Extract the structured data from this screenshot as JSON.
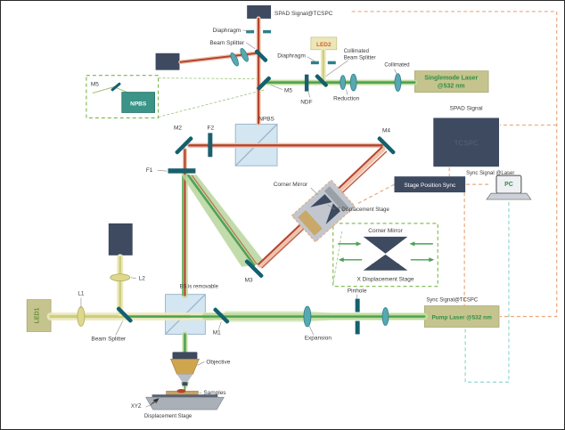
{
  "labels": {
    "spad_signal_tcspc": "SPAD Signal@TCSPC",
    "diaphragm_top": "Diaphragm",
    "beam_splitter_top": "Beam Splitter",
    "diaphragm_mid": "Diaphragm",
    "led2": "LED2",
    "collimated_bs_1": "Collimated",
    "collimated_bs_2": "Beam Splitter",
    "collimated": "Collimated",
    "singlemode_laser_1": "Singlemode Laser",
    "singlemode_laser_2": "@532 nm",
    "spad_signal": "SPAD Signal",
    "tcspc": "TCSPC",
    "m5_inset": "M5",
    "npbs_inset": "NPBS",
    "m5": "M5",
    "ndf": "NDF",
    "reduction": "Reduction",
    "npbs": "NPBS",
    "m2": "M2",
    "f2": "F2",
    "m4": "M4",
    "f1": "F1",
    "corner_mirror": "Corner Mirror",
    "x_displacement_stage": "X Displacement Stage",
    "stage_position_sync": "Stage Position Sync",
    "sync_signal_laser": "Sync Signal @Laser",
    "pc": "PC",
    "corner_mirror_inset": "Corner Mirror",
    "x_displacement_stage_inset": "X Displacement Stage",
    "m3": "M3",
    "pinhole": "Pinhole",
    "bs_removable": "BS is removable",
    "l2": "L2",
    "l1": "L1",
    "led1": "LED1",
    "beam_splitter_bottom": "Beam Splitter",
    "m1": "M1",
    "expansion": "Expansion",
    "sync_signal_tcspc": "Sync Signal@TCSPC",
    "pump_laser": "Pump Laser @532 nm",
    "objective": "Objective",
    "samples": "Samples",
    "xyz_1": "XYZ",
    "xyz_2": "Displacement Stage"
  },
  "colors": {
    "beam_red": "#b5432f",
    "beam_red_glow": "#eec3ab",
    "beam_green": "#4aa052",
    "beam_green_glow": "#c2dc9e",
    "beam_yellow": "#cfcf7c",
    "beam_yellow_glow": "#ece9c0",
    "optic_teal": "#14606e",
    "cube_blue": "#d4e6f2",
    "box_navy": "#3d4a5f",
    "laser_khaki": "#c5c48e",
    "label_green": "#2e8f46",
    "led2_orange": "#d4622a",
    "dashed_orange": "#eaa87c",
    "dashed_teal": "#8fd8cf",
    "inset_green": "#7ab648"
  }
}
